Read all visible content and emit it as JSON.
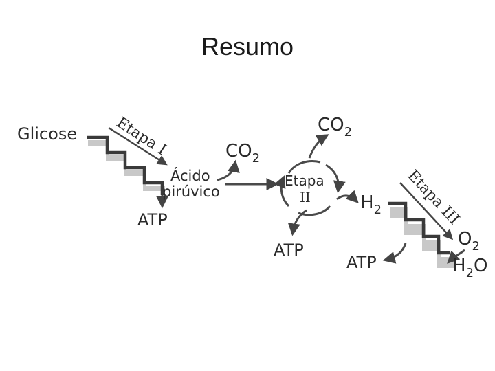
{
  "title": "Resumo",
  "labels": {
    "glicose": "Glicose",
    "etapa_i": "Etapa I",
    "acido": "Ácido",
    "piruvico": "pirúvico",
    "co2_1_base": "CO",
    "co2_1_sub": "2",
    "co2_2_base": "CO",
    "co2_2_sub": "2",
    "atp_1": "ATP",
    "etapa_ii_word": "Etapa",
    "etapa_ii_num": "II",
    "atp_2": "ATP",
    "h2_base": "H",
    "h2_sub": "2",
    "etapa_iii": "Etapa III",
    "o2_base": "O",
    "o2_sub": "2",
    "h2o_h": "H",
    "h2o_sub": "2",
    "h2o_o": "O",
    "atp_3": "ATP"
  },
  "colors": {
    "stroke": "#3a3a3a",
    "shadow": "#9a9a9a",
    "text": "#2a2a2a"
  }
}
